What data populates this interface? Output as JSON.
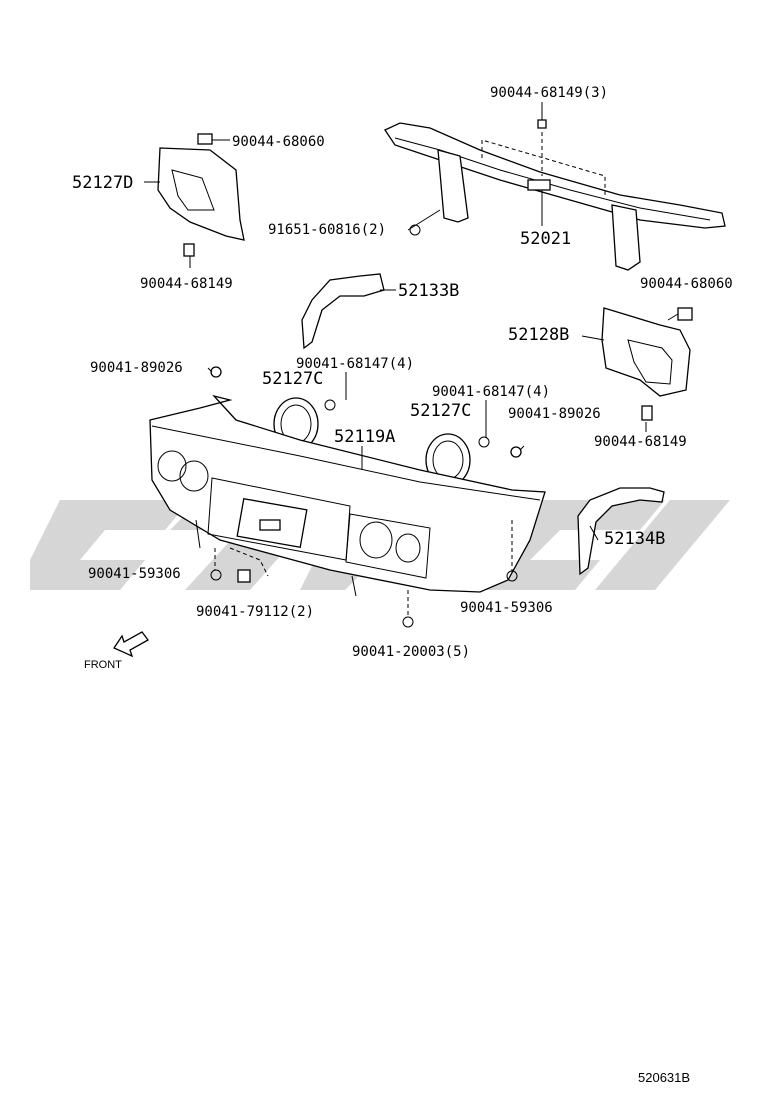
{
  "labels": {
    "p90044_68149_3": "90044-68149(3)",
    "p90044_68060_l": "90044-68060",
    "p52127D": "52127D",
    "p91651_60816": "91651-60816(2)",
    "p52021": "52021",
    "p90044_68149_l": "90044-68149",
    "p90044_68060_r": "90044-68060",
    "p52133B": "52133B",
    "p52128B": "52128B",
    "p90041_89026_l": "90041-89026",
    "p90041_68147_l": "90041-68147(4)",
    "p52127C_l": "52127C",
    "p90041_68147_r": "90041-68147(4)",
    "p52127C_r": "52127C",
    "p90041_89026_r": "90041-89026",
    "p52119A": "52119A",
    "p90044_68149_r": "90044-68149",
    "p52134B": "52134B",
    "p90041_59306_l": "90041-59306",
    "p90041_79112": "90041-79112(2)",
    "p90041_59306_r": "90041-59306",
    "p90041_20003": "90041-20003(5)",
    "front": "FRONT",
    "diagram_code": "520631B"
  },
  "colors": {
    "line": "#000000",
    "watermark": "#d6d6d6",
    "background": "#ffffff"
  },
  "icons": {
    "front_arrow": "arrow-front-icon",
    "screw": "screw-icon",
    "clip": "clip-icon"
  }
}
